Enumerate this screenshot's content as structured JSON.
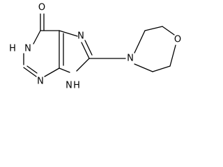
{
  "molecule": {
    "atoms": [
      {
        "id": "O_carbonyl",
        "label": "O"
      },
      {
        "id": "N1",
        "label": "N"
      },
      {
        "id": "H1",
        "label": "H"
      },
      {
        "id": "N3",
        "label": "N"
      },
      {
        "id": "N7",
        "label": "N"
      },
      {
        "id": "N9",
        "label": "N"
      },
      {
        "id": "H9",
        "label": "H"
      },
      {
        "id": "N_morph",
        "label": "N"
      },
      {
        "id": "O_morph",
        "label": "O"
      }
    ]
  }
}
